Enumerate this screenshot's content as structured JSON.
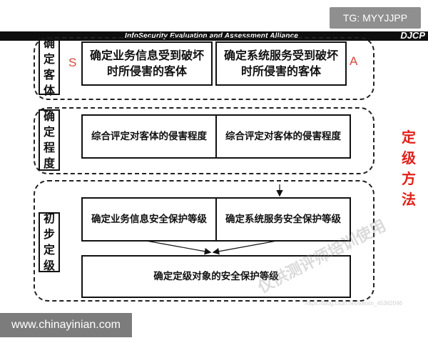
{
  "badge": {
    "text": "TG: MYYJJPP"
  },
  "header": {
    "title": "InfoSecurity  Evaluation and Assessment  Alliance",
    "logo": "DJCP"
  },
  "sections": [
    {
      "label": "确定客体",
      "boxes": [
        "确定业务信息受到破坏时所侵害的客体",
        "确定系统服务受到破坏时所侵害的客体"
      ],
      "letters": [
        "S",
        "A"
      ]
    },
    {
      "label": "确定程度",
      "boxes": [
        "综合评定对客体的侵害程度",
        "综合评定对客体的侵害程度"
      ]
    },
    {
      "label": "初步定级",
      "boxes": [
        "确定业务信息安全保护等级",
        "确定系统服务安全保护等级",
        "确定定级对象的安全保护等级"
      ]
    }
  ],
  "method_label": "定级方法",
  "watermarks": {
    "center": "仅供测评师培训使用",
    "blog": "https://blog.csdn.net/weixin_45362046"
  },
  "footer": {
    "site": "www.chinayinian.com"
  },
  "colors": {
    "accent_red": "#e0211a",
    "letter_red": "#d9453c",
    "bar": "#0e0e0e"
  }
}
